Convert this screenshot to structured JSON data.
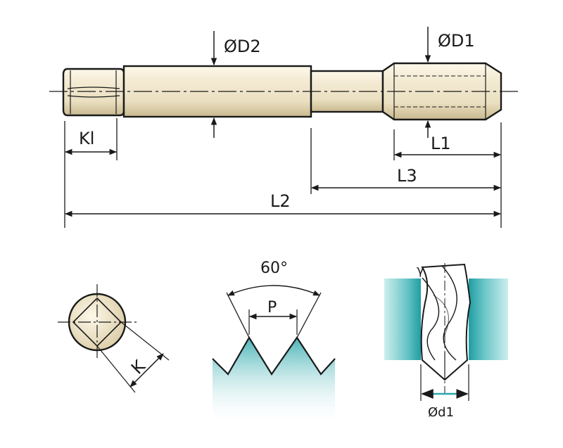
{
  "labels": {
    "d2": "ØD2",
    "d1": "ØD1",
    "kl": "Kl",
    "l1": "L1",
    "l3": "L3",
    "l2": "L2",
    "k": "K",
    "angle": "60°",
    "pitch": "P",
    "gamma": "γ",
    "small_d1": "Ød1"
  },
  "colors": {
    "shank": "#f3ead2",
    "shank_shade": "#cdbf98",
    "outline": "#1a1a1a",
    "teal": "#2aa7ab",
    "teal_light": "#d3eeee"
  }
}
